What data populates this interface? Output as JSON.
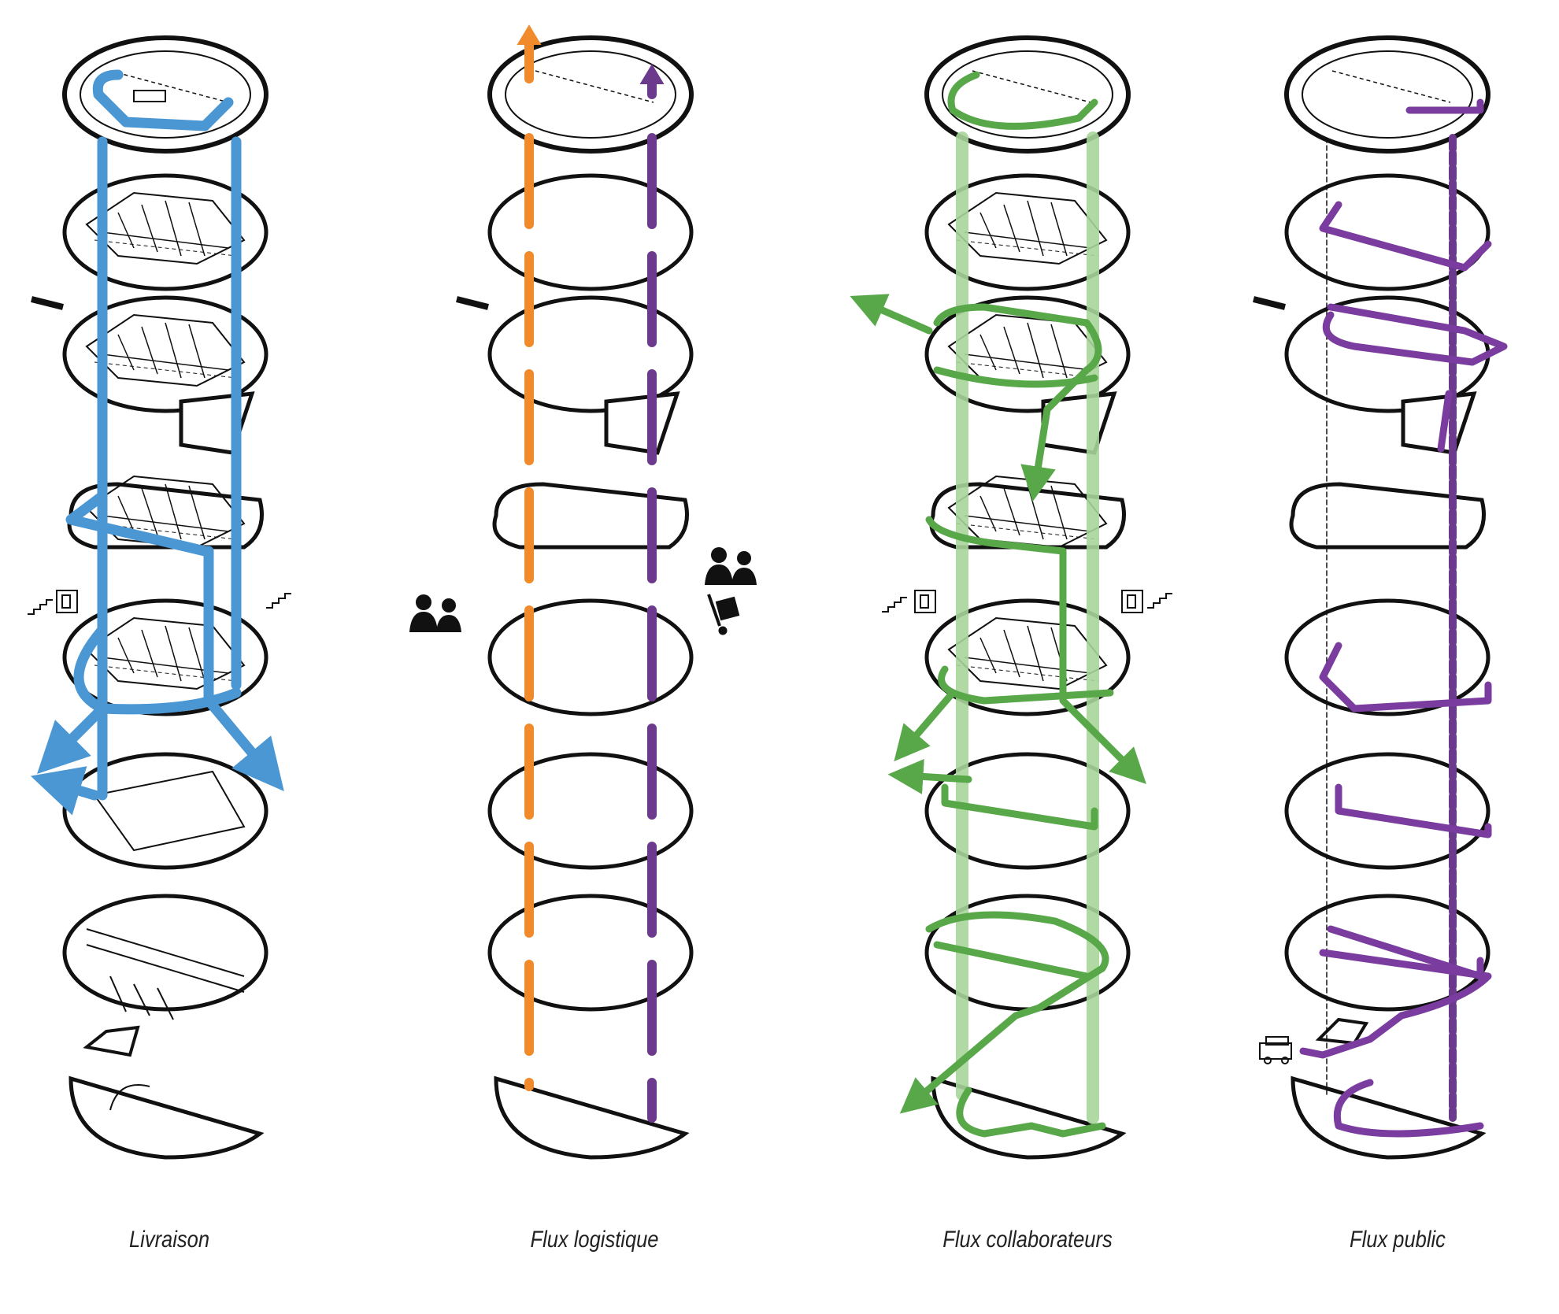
{
  "colors": {
    "livraison": "#4a97d4",
    "logistique_orange": "#f08a2a",
    "logistique_purple": "#6b3a8c",
    "collaborateurs": "#58a84a",
    "collaborateurs_light": "#a7d59a",
    "public": "#7a3c9e",
    "outline": "#111111"
  },
  "columns": [
    {
      "id": "livraison",
      "label": "Livraison",
      "icons": [
        "stairs-icon",
        "elevator-icon",
        "stairs-icon"
      ]
    },
    {
      "id": "logistique",
      "label": "Flux logistique",
      "icons": [
        "people-icon",
        "people-icon",
        "trolley-icon"
      ]
    },
    {
      "id": "collaborateurs",
      "label": "Flux collaborateurs",
      "icons": [
        "stairs-icon",
        "elevator-icon",
        "elevator-icon",
        "stairs-icon"
      ]
    },
    {
      "id": "public",
      "label": "Flux public",
      "icons": [
        "van-icon"
      ]
    }
  ],
  "levels": 8
}
